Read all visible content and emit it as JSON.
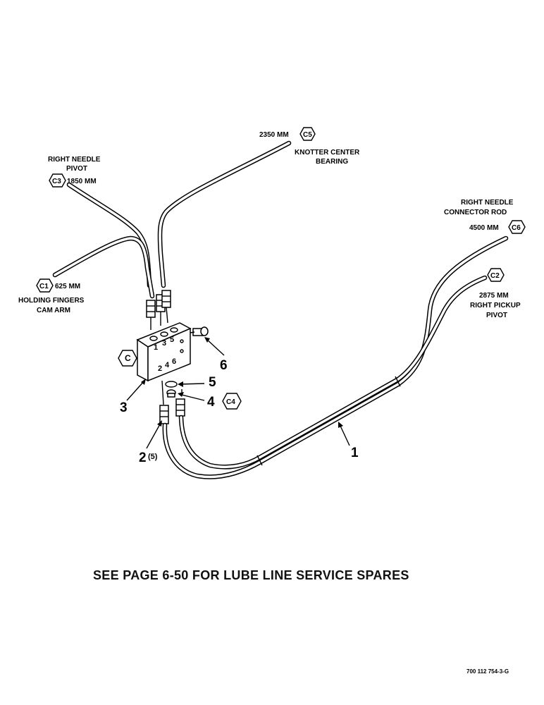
{
  "labels": {
    "knotter_mm": "2350 MM",
    "knotter_hex": "C5",
    "knotter_name_1": "KNOTTER CENTER",
    "knotter_name_2": "BEARING",
    "right_needle_pivot_1": "RIGHT NEEDLE",
    "right_needle_pivot_2": "PIVOT",
    "c3_hex": "C3",
    "c3_mm": "1850 MM",
    "connector_rod_1": "RIGHT NEEDLE",
    "connector_rod_2": "CONNECTOR ROD",
    "connector_rod_mm": "4500 MM",
    "connector_rod_hex": "C6",
    "c2_hex": "C2",
    "pickup_mm": "2875 MM",
    "pickup_1": "RIGHT PICKUP",
    "pickup_2": "PIVOT",
    "c1_hex": "C1",
    "c1_mm": "625 MM",
    "holding_1": "HOLDING FINGERS",
    "holding_2": "CAM ARM",
    "c_hex": "C",
    "c4_hex": "C4"
  },
  "block_ports": {
    "p1": "1",
    "p3": "3",
    "p5": "5",
    "p2": "2",
    "p4": "4",
    "p6": "6"
  },
  "callouts": {
    "n1": "1",
    "n2": "2",
    "n2_qty": "(5)",
    "n3": "3",
    "n4": "4",
    "n5": "5",
    "n6": "6"
  },
  "footer": {
    "note": "SEE PAGE 6-50 FOR LUBE LINE SERVICE SPARES",
    "drawing_code": "700 112 754-3-G"
  }
}
